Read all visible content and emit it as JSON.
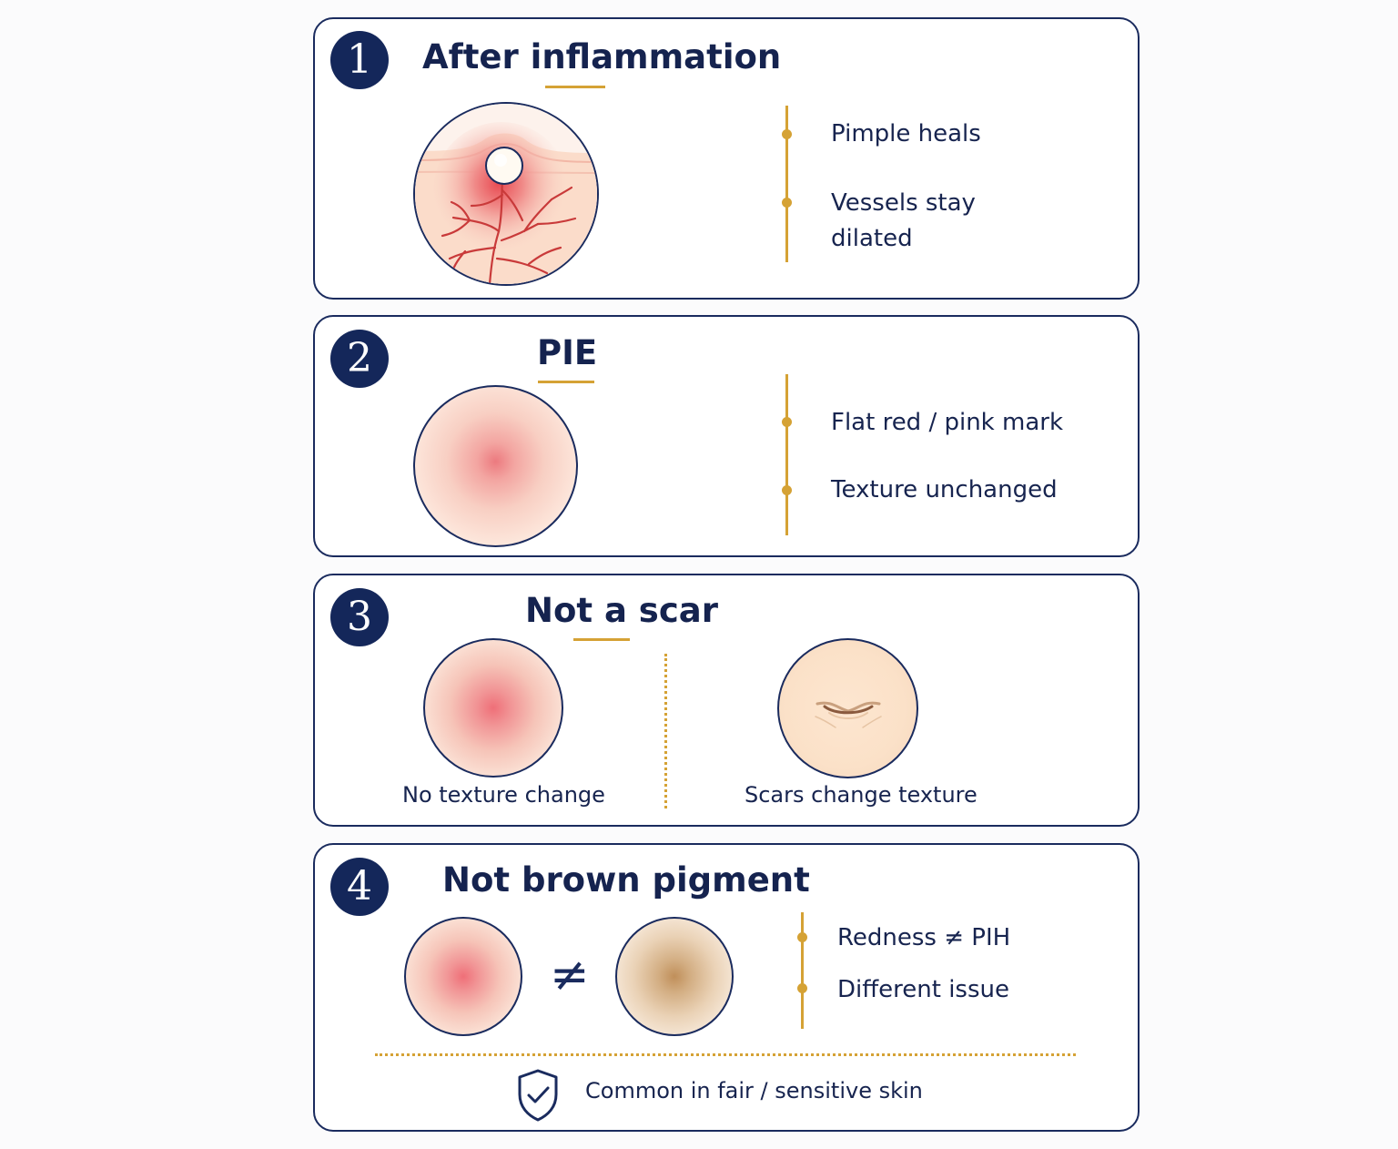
{
  "colors": {
    "navy": "#14275a",
    "gold": "#d5a235",
    "inflammation_red": "#d2353b"
  },
  "steps": [
    {
      "number": "1",
      "title": "After inflammation",
      "image": "skin-cross-section-with-pimple-and-blood-vessels",
      "bullets": [
        "Pimple heals",
        "Vessels stay dilated"
      ]
    },
    {
      "number": "2",
      "title": "PIE",
      "image": "flat-red-pink-mark",
      "bullets": [
        "Flat red / pink mark",
        "Texture unchanged"
      ]
    },
    {
      "number": "3",
      "title": "Not a scar",
      "comparison": [
        {
          "image": "red-mark-no-texture",
          "caption": "No texture change"
        },
        {
          "image": "scar-indentation",
          "caption": "Scars change texture"
        }
      ]
    },
    {
      "number": "4",
      "title": "Not brown pigment",
      "comparison_symbol": "≠",
      "images": [
        "red-mark",
        "brown-pigment-mark"
      ],
      "bullets": [
        "Redness ≠ PIH",
        "Different issue"
      ],
      "footer": {
        "icon": "shield-check-icon",
        "text": "Common in fair / sensitive skin"
      }
    }
  ]
}
